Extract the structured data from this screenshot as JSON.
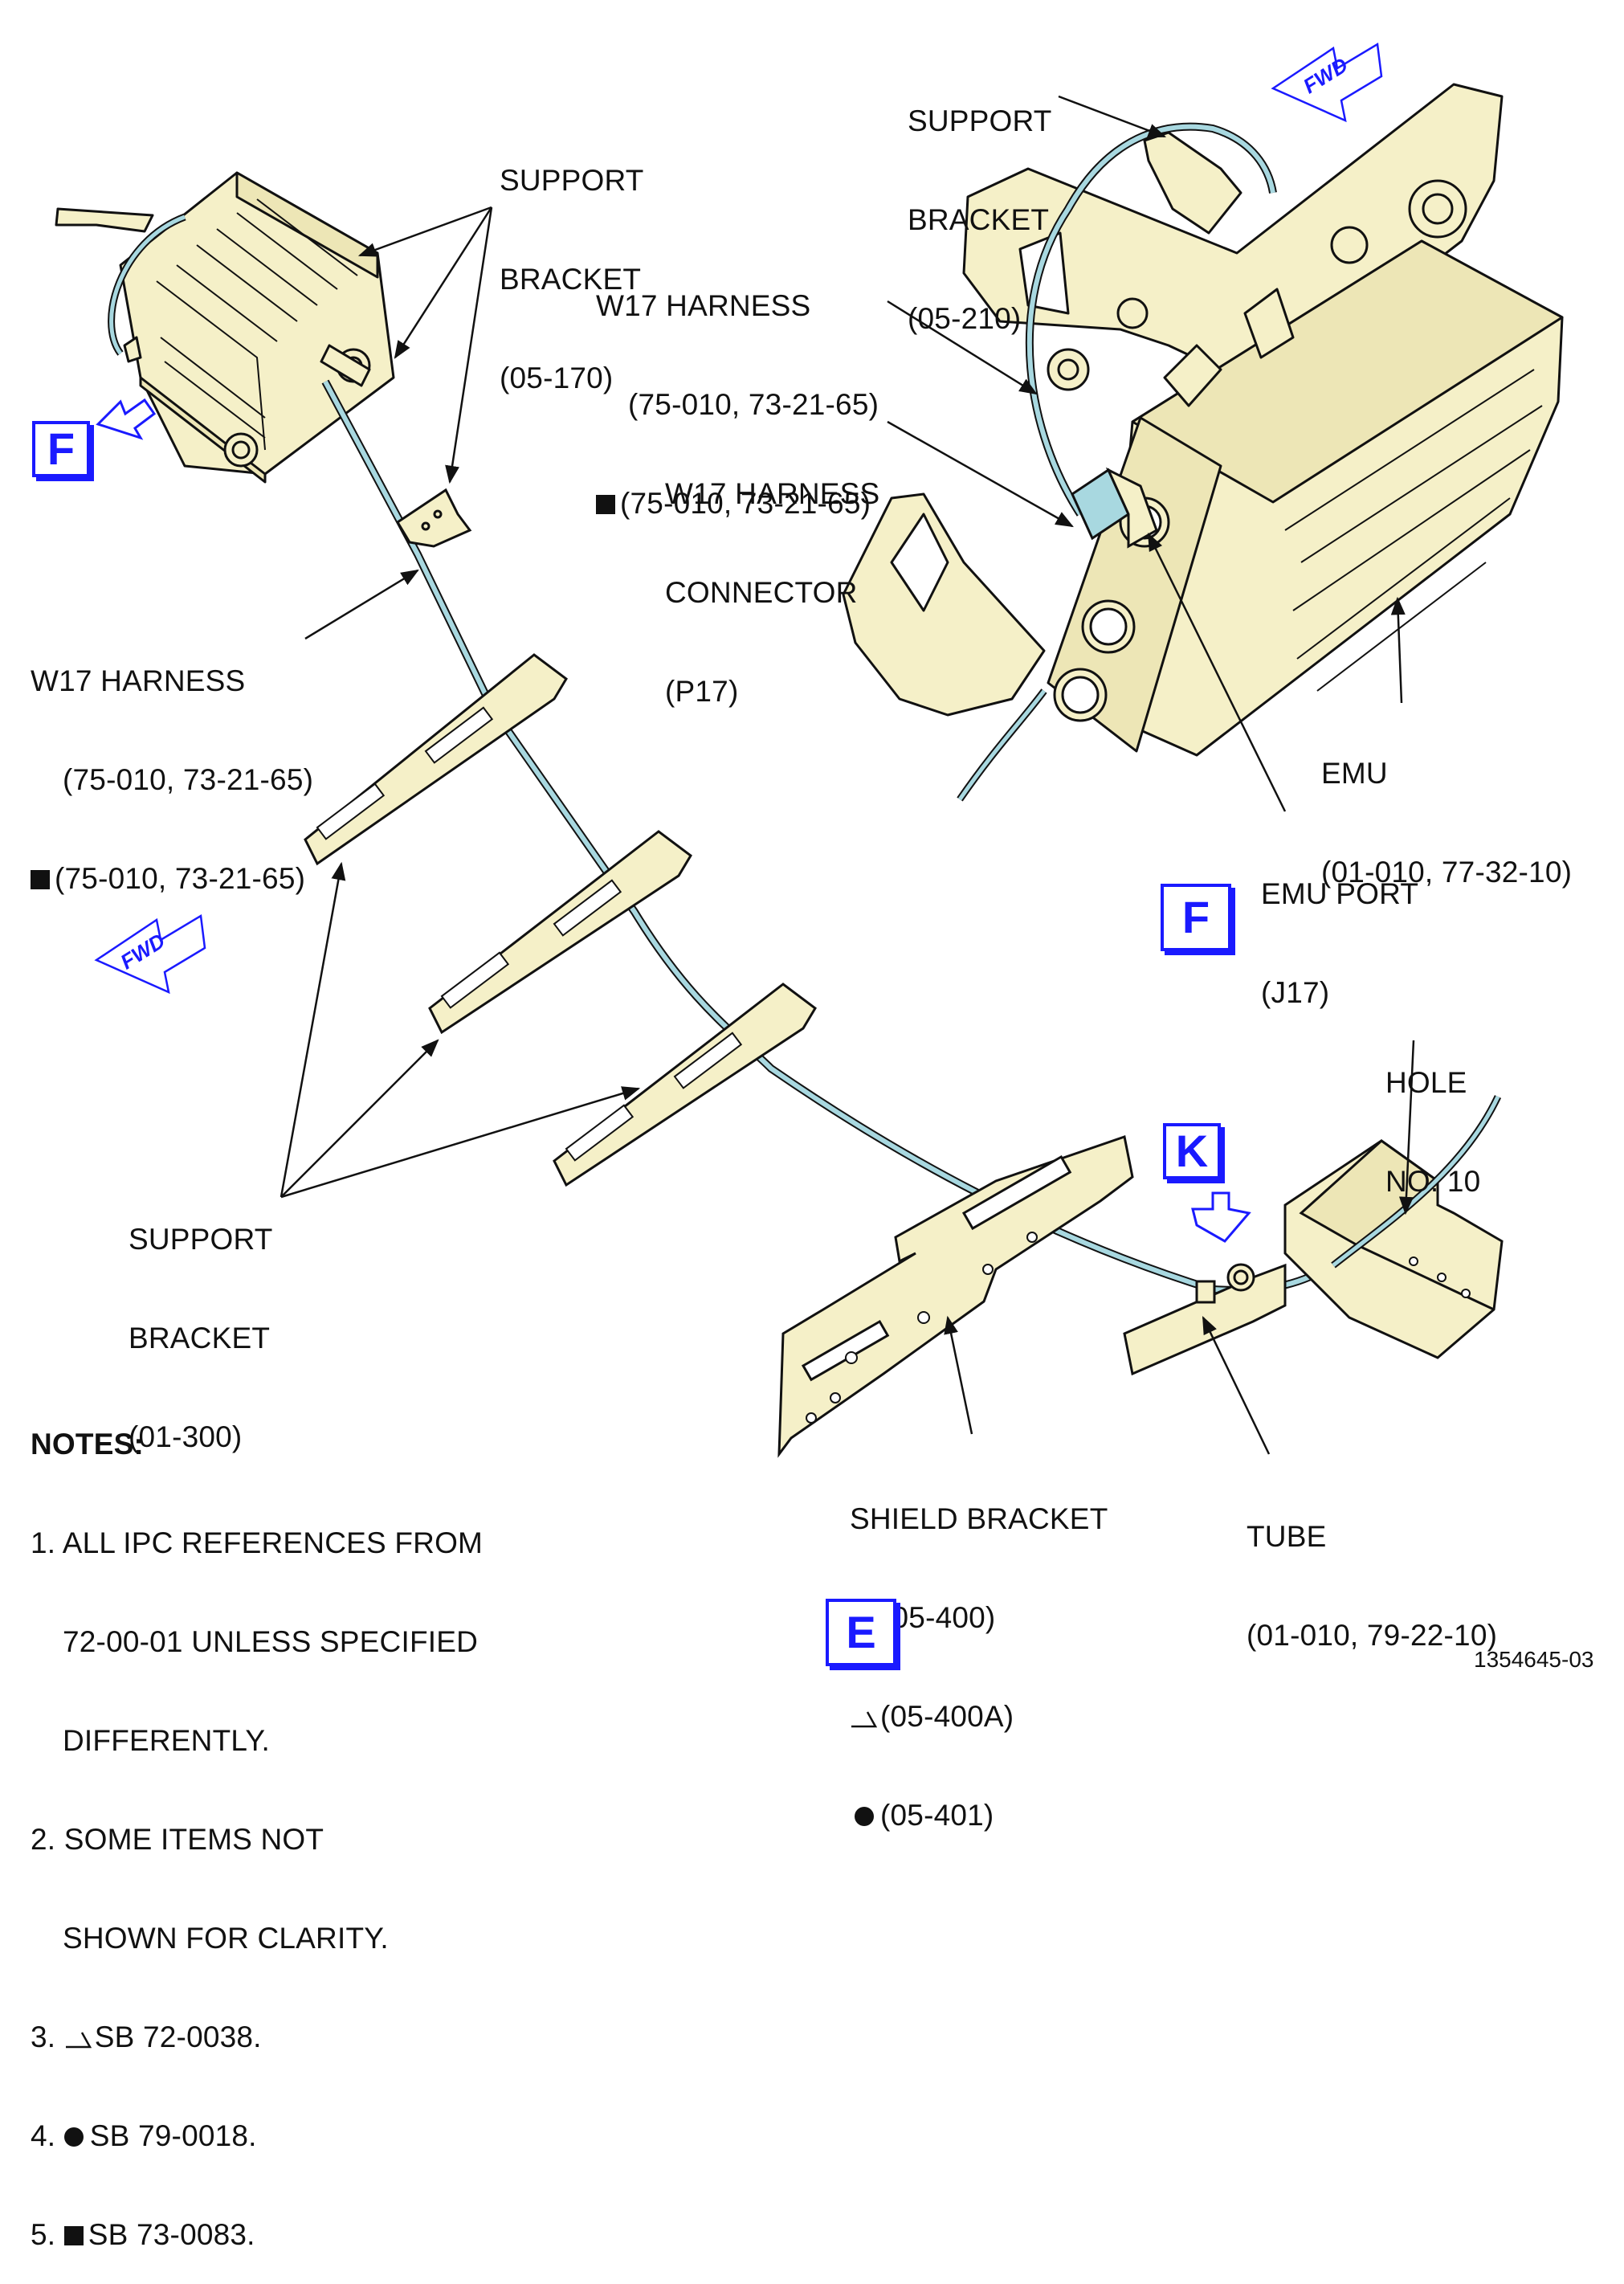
{
  "labels": {
    "support_bracket_05_170": [
      "SUPPORT",
      "BRACKET",
      "(05-170)"
    ],
    "support_bracket_05_210": [
      "SUPPORT",
      "BRACKET",
      "(05-210)"
    ],
    "w17_harness_top": [
      "W17 HARNESS",
      "(75-010, 73-21-65)",
      "(75-010, 73-21-65)"
    ],
    "w17_connector": [
      "W17 HARNESS",
      "CONNECTOR",
      "(P17)"
    ],
    "w17_harness_left": [
      "W17 HARNESS",
      "(75-010, 73-21-65)",
      "(75-010, 73-21-65)"
    ],
    "emu": [
      "EMU",
      "(01-010, 77-32-10)"
    ],
    "emu_port": [
      "EMU PORT",
      "(J17)"
    ],
    "hole": [
      "HOLE",
      "NO. 10"
    ],
    "support_bracket_01_300": [
      "SUPPORT",
      "BRACKET",
      "(01-300)"
    ],
    "shield_bracket": [
      "SHIELD BRACKET",
      "(05-400)",
      "(05-400A)",
      "(05-401)"
    ],
    "tube": [
      "TUBE",
      "(01-010, 79-22-10)"
    ]
  },
  "views": {
    "f_left": "F",
    "f_right": "F",
    "k": "K",
    "e": "E"
  },
  "fwd_label": "FWD",
  "notes": {
    "title": "NOTES:",
    "items": [
      [
        "1. ALL IPC REFERENCES FROM",
        "72-00-01 UNLESS SPECIFIED",
        "DIFFERENTLY."
      ],
      [
        "2. SOME ITEMS NOT",
        "SHOWN FOR CLARITY."
      ],
      [
        "3.",
        "SB 72-0038."
      ],
      [
        "4.",
        "SB 79-0018."
      ],
      [
        "5.",
        "SB 73-0083."
      ]
    ]
  },
  "figure_number": "1354645-03",
  "colors": {
    "part_fill": "#f5f0c8",
    "harness": "#a8d8e0",
    "view_blue": "#1a1aff",
    "line": "#111111"
  }
}
